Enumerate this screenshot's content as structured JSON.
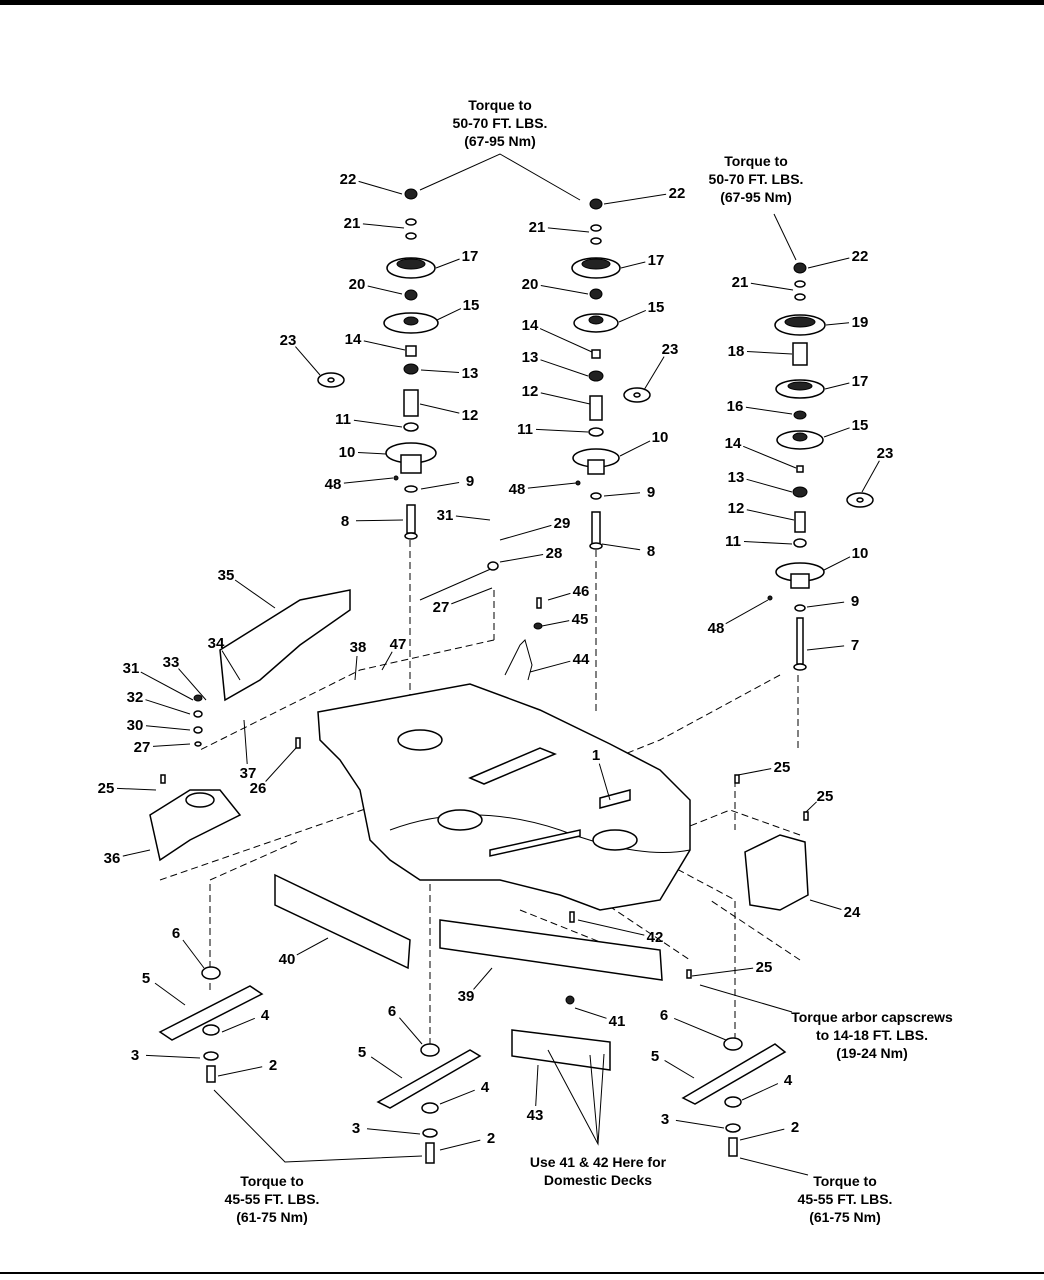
{
  "notes": {
    "torque_top_center": [
      "Torque to",
      "50-70 FT. LBS.",
      "(67-95 Nm)"
    ],
    "torque_top_right": [
      "Torque to",
      "50-70 FT. LBS.",
      "(67-95 Nm)"
    ],
    "torque_arbor": [
      "Torque arbor capscrews",
      "to 14-18 FT. LBS.",
      "(19-24 Nm)"
    ],
    "torque_blade_left": [
      "Torque to",
      "45-55 FT. LBS.",
      "(61-75 Nm)"
    ],
    "torque_blade_right": [
      "Torque to",
      "45-55 FT. LBS.",
      "(61-75 Nm)"
    ],
    "domestic_note": [
      "Use 41 & 42 Here for",
      "Domestic Decks"
    ]
  },
  "callouts": [
    {
      "n": "22"
    },
    {
      "n": "21"
    },
    {
      "n": "17"
    },
    {
      "n": "20"
    },
    {
      "n": "15"
    },
    {
      "n": "14"
    },
    {
      "n": "13"
    },
    {
      "n": "12"
    },
    {
      "n": "11"
    },
    {
      "n": "10"
    },
    {
      "n": "9"
    },
    {
      "n": "48"
    },
    {
      "n": "8"
    },
    {
      "n": "23"
    },
    {
      "n": "22"
    },
    {
      "n": "21"
    },
    {
      "n": "17"
    },
    {
      "n": "20"
    },
    {
      "n": "15"
    },
    {
      "n": "14"
    },
    {
      "n": "13"
    },
    {
      "n": "12"
    },
    {
      "n": "11"
    },
    {
      "n": "10"
    },
    {
      "n": "9"
    },
    {
      "n": "48"
    },
    {
      "n": "8"
    },
    {
      "n": "23"
    },
    {
      "n": "22"
    },
    {
      "n": "21"
    },
    {
      "n": "19"
    },
    {
      "n": "18"
    },
    {
      "n": "17"
    },
    {
      "n": "16"
    },
    {
      "n": "15"
    },
    {
      "n": "14"
    },
    {
      "n": "13"
    },
    {
      "n": "12"
    },
    {
      "n": "11"
    },
    {
      "n": "10"
    },
    {
      "n": "9"
    },
    {
      "n": "48"
    },
    {
      "n": "7"
    },
    {
      "n": "23"
    },
    {
      "n": "31"
    },
    {
      "n": "29"
    },
    {
      "n": "28"
    },
    {
      "n": "27"
    },
    {
      "n": "35"
    },
    {
      "n": "34"
    },
    {
      "n": "33"
    },
    {
      "n": "31"
    },
    {
      "n": "32"
    },
    {
      "n": "30"
    },
    {
      "n": "27"
    },
    {
      "n": "37"
    },
    {
      "n": "38"
    },
    {
      "n": "47"
    },
    {
      "n": "46"
    },
    {
      "n": "45"
    },
    {
      "n": "44"
    },
    {
      "n": "1"
    },
    {
      "n": "26"
    },
    {
      "n": "25"
    },
    {
      "n": "36"
    },
    {
      "n": "25"
    },
    {
      "n": "25"
    },
    {
      "n": "24"
    },
    {
      "n": "40"
    },
    {
      "n": "42"
    },
    {
      "n": "39"
    },
    {
      "n": "25"
    },
    {
      "n": "41"
    },
    {
      "n": "43"
    },
    {
      "n": "6"
    },
    {
      "n": "5"
    },
    {
      "n": "4"
    },
    {
      "n": "3"
    },
    {
      "n": "2"
    },
    {
      "n": "6"
    },
    {
      "n": "5"
    },
    {
      "n": "4"
    },
    {
      "n": "3"
    },
    {
      "n": "2"
    },
    {
      "n": "6"
    },
    {
      "n": "5"
    },
    {
      "n": "4"
    },
    {
      "n": "3"
    },
    {
      "n": "2"
    }
  ]
}
